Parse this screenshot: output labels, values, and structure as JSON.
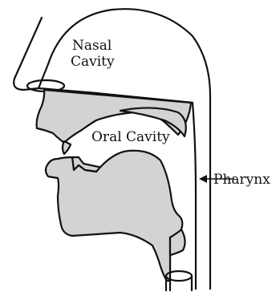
{
  "labels": {
    "nasal_line1": "Nasal",
    "nasal_line2": "Cavity",
    "oral": "Oral Cavity",
    "pharynx": "Pharynx"
  },
  "colors": {
    "line": "#111111",
    "fill": "#d3d3d3",
    "background": "#ffffff"
  }
}
